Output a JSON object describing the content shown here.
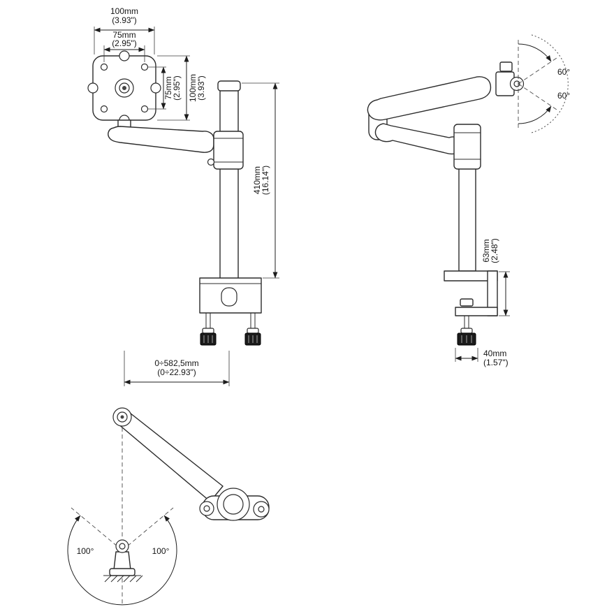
{
  "front": {
    "vesa_outer_w_mm": "100mm",
    "vesa_outer_w_in": "(3.93\")",
    "vesa_inner_w_mm": "75mm",
    "vesa_inner_w_in": "(2.95\")",
    "vesa_inner_h_mm": "75mm",
    "vesa_inner_h_in": "(2.95\")",
    "vesa_outer_h_mm": "100mm",
    "vesa_outer_h_in": "(3.93\")",
    "pole_height_mm": "410mm",
    "pole_height_in": "(16.14\")",
    "reach_mm": "0÷582,5mm",
    "reach_in": "(0÷22.93\")"
  },
  "side": {
    "tilt_up": "60°",
    "tilt_down": "60°",
    "clamp_depth_mm": "63mm",
    "clamp_depth_in": "(2.48\")",
    "clamp_width_mm": "40mm",
    "clamp_width_in": "(1.57\")"
  },
  "top": {
    "swivel_left": "100°",
    "swivel_right": "100°"
  }
}
